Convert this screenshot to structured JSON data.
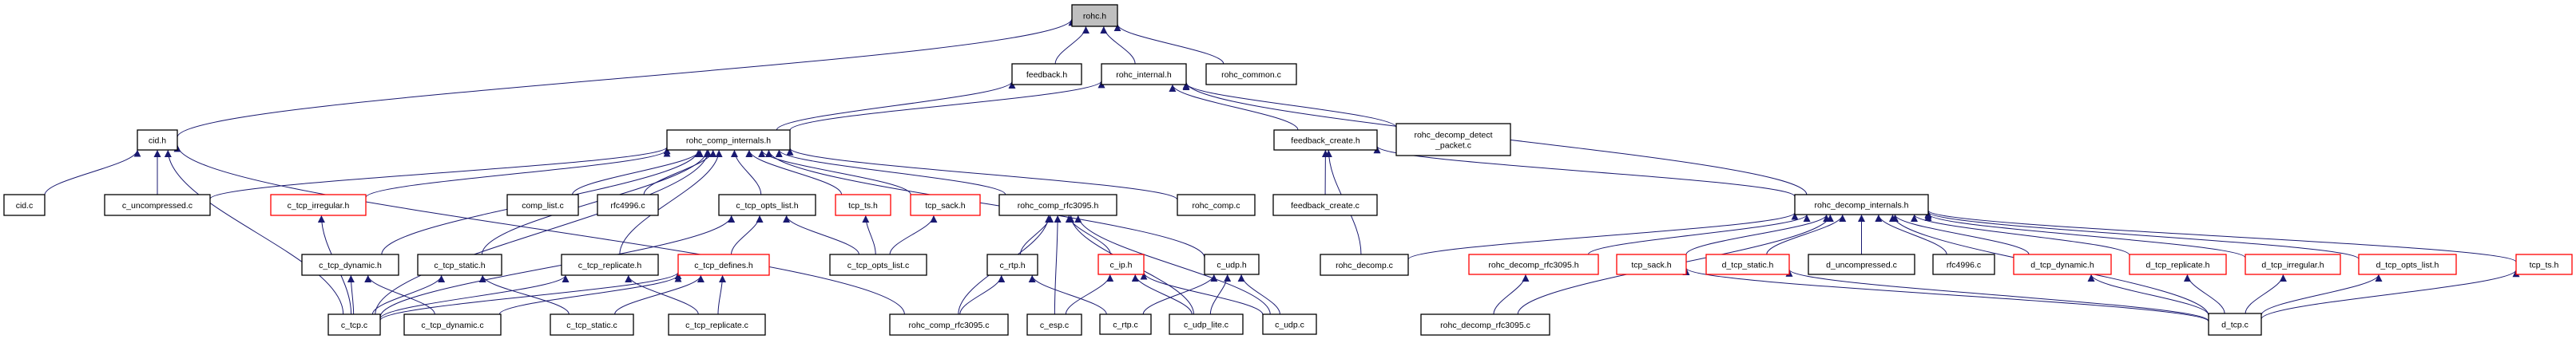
{
  "diagram": {
    "type": "include-dependency-graph",
    "root": "rohc.h",
    "colors": {
      "edge": "#191970",
      "node_border_default": "#000000",
      "node_border_truncated": "#ff0000",
      "node_fill_default": "#ffffff",
      "node_fill_root": "#bfbfbf"
    },
    "nodes": [
      {
        "id": "rohc_h",
        "label": "rohc.h",
        "style": "root"
      },
      {
        "id": "feedback_h",
        "label": "feedback.h",
        "style": "normal"
      },
      {
        "id": "rohc_internal_h",
        "label": "rohc_internal.h",
        "style": "normal"
      },
      {
        "id": "rohc_common_c",
        "label": "rohc_common.c",
        "style": "normal"
      },
      {
        "id": "cid_h",
        "label": "cid.h",
        "style": "normal"
      },
      {
        "id": "rohc_comp_internals_h",
        "label": "rohc_comp_internals.h",
        "style": "normal"
      },
      {
        "id": "feedback_create_h",
        "label": "feedback_create.h",
        "style": "normal"
      },
      {
        "id": "rohc_decomp_detect_packet_c",
        "label": "rohc_decomp_detect\n_packet.c",
        "style": "normal"
      },
      {
        "id": "cid_c",
        "label": "cid.c",
        "style": "normal"
      },
      {
        "id": "c_uncompressed_c",
        "label": "c_uncompressed.c",
        "style": "normal"
      },
      {
        "id": "c_tcp_irregular_h",
        "label": "c_tcp_irregular.h",
        "style": "truncated"
      },
      {
        "id": "comp_list_c",
        "label": "comp_list.c",
        "style": "normal"
      },
      {
        "id": "rfc4996_c_comp",
        "label": "rfc4996.c",
        "style": "normal"
      },
      {
        "id": "c_tcp_opts_list_h",
        "label": "c_tcp_opts_list.h",
        "style": "normal"
      },
      {
        "id": "tcp_ts_h_comp",
        "label": "tcp_ts.h",
        "style": "truncated"
      },
      {
        "id": "tcp_sack_h_comp",
        "label": "tcp_sack.h",
        "style": "truncated"
      },
      {
        "id": "rohc_comp_rfc3095_h",
        "label": "rohc_comp_rfc3095.h",
        "style": "normal"
      },
      {
        "id": "rohc_comp_c",
        "label": "rohc_comp.c",
        "style": "normal"
      },
      {
        "id": "feedback_create_c",
        "label": "feedback_create.c",
        "style": "normal"
      },
      {
        "id": "rohc_decomp_internals_h",
        "label": "rohc_decomp_internals.h",
        "style": "normal"
      },
      {
        "id": "c_tcp_dynamic_h",
        "label": "c_tcp_dynamic.h",
        "style": "normal"
      },
      {
        "id": "c_tcp_static_h",
        "label": "c_tcp_static.h",
        "style": "normal"
      },
      {
        "id": "c_tcp_replicate_h",
        "label": "c_tcp_replicate.h",
        "style": "normal"
      },
      {
        "id": "c_tcp_defines_h",
        "label": "c_tcp_defines.h",
        "style": "truncated"
      },
      {
        "id": "c_tcp_opts_list_c",
        "label": "c_tcp_opts_list.c",
        "style": "normal"
      },
      {
        "id": "c_rtp_h",
        "label": "c_rtp.h",
        "style": "normal"
      },
      {
        "id": "c_ip_h",
        "label": "c_ip.h",
        "style": "truncated"
      },
      {
        "id": "c_udp_h",
        "label": "c_udp.h",
        "style": "normal"
      },
      {
        "id": "rohc_decomp_c",
        "label": "rohc_decomp.c",
        "style": "normal"
      },
      {
        "id": "rohc_decomp_rfc3095_h",
        "label": "rohc_decomp_rfc3095.h",
        "style": "truncated"
      },
      {
        "id": "tcp_sack_h_decomp",
        "label": "tcp_sack.h",
        "style": "truncated"
      },
      {
        "id": "d_tcp_static_h",
        "label": "d_tcp_static.h",
        "style": "truncated"
      },
      {
        "id": "d_uncompressed_c",
        "label": "d_uncompressed.c",
        "style": "normal"
      },
      {
        "id": "rfc4996_c_decomp",
        "label": "rfc4996.c",
        "style": "normal"
      },
      {
        "id": "d_tcp_dynamic_h",
        "label": "d_tcp_dynamic.h",
        "style": "truncated"
      },
      {
        "id": "d_tcp_replicate_h",
        "label": "d_tcp_replicate.h",
        "style": "truncated"
      },
      {
        "id": "d_tcp_irregular_h",
        "label": "d_tcp_irregular.h",
        "style": "truncated"
      },
      {
        "id": "d_tcp_opts_list_h",
        "label": "d_tcp_opts_list.h",
        "style": "truncated"
      },
      {
        "id": "tcp_ts_h_decomp",
        "label": "tcp_ts.h",
        "style": "truncated"
      },
      {
        "id": "c_tcp_c",
        "label": "c_tcp.c",
        "style": "normal"
      },
      {
        "id": "c_tcp_dynamic_c",
        "label": "c_tcp_dynamic.c",
        "style": "normal"
      },
      {
        "id": "c_tcp_static_c",
        "label": "c_tcp_static.c",
        "style": "normal"
      },
      {
        "id": "c_tcp_replicate_c",
        "label": "c_tcp_replicate.c",
        "style": "normal"
      },
      {
        "id": "rohc_comp_rfc3095_c",
        "label": "rohc_comp_rfc3095.c",
        "style": "normal"
      },
      {
        "id": "c_esp_c",
        "label": "c_esp.c",
        "style": "normal"
      },
      {
        "id": "c_rtp_c",
        "label": "c_rtp.c",
        "style": "normal"
      },
      {
        "id": "c_udp_lite_c",
        "label": "c_udp_lite.c",
        "style": "normal"
      },
      {
        "id": "c_udp_c",
        "label": "c_udp.c",
        "style": "normal"
      },
      {
        "id": "rohc_decomp_rfc3095_c",
        "label": "rohc_decomp_rfc3095.c",
        "style": "normal"
      },
      {
        "id": "d_tcp_c",
        "label": "d_tcp.c",
        "style": "normal"
      }
    ],
    "edges": [
      {
        "from": "feedback_h",
        "to": "rohc_h"
      },
      {
        "from": "rohc_internal_h",
        "to": "rohc_h"
      },
      {
        "from": "rohc_common_c",
        "to": "rohc_h"
      },
      {
        "from": "cid_h",
        "to": "rohc_h"
      },
      {
        "from": "rohc_comp_internals_h",
        "to": "feedback_h"
      },
      {
        "from": "rohc_comp_internals_h",
        "to": "rohc_internal_h"
      },
      {
        "from": "feedback_create_h",
        "to": "rohc_internal_h"
      },
      {
        "from": "rohc_decomp_detect_packet_c",
        "to": "rohc_internal_h"
      },
      {
        "from": "rohc_decomp_internals_h",
        "to": "rohc_internal_h"
      },
      {
        "from": "cid_c",
        "to": "cid_h"
      },
      {
        "from": "c_uncompressed_c",
        "to": "cid_h"
      },
      {
        "from": "c_tcp_c",
        "to": "cid_h"
      },
      {
        "from": "rohc_comp_rfc3095_c",
        "to": "cid_h"
      },
      {
        "from": "c_uncompressed_c",
        "to": "rohc_comp_internals_h"
      },
      {
        "from": "c_tcp_irregular_h",
        "to": "rohc_comp_internals_h"
      },
      {
        "from": "comp_list_c",
        "to": "rohc_comp_internals_h"
      },
      {
        "from": "rfc4996_c_comp",
        "to": "rohc_comp_internals_h"
      },
      {
        "from": "c_tcp_opts_list_h",
        "to": "rohc_comp_internals_h"
      },
      {
        "from": "tcp_ts_h_comp",
        "to": "rohc_comp_internals_h"
      },
      {
        "from": "tcp_sack_h_comp",
        "to": "rohc_comp_internals_h"
      },
      {
        "from": "rohc_comp_rfc3095_h",
        "to": "rohc_comp_internals_h"
      },
      {
        "from": "rohc_comp_c",
        "to": "rohc_comp_internals_h"
      },
      {
        "from": "c_tcp_dynamic_h",
        "to": "rohc_comp_internals_h"
      },
      {
        "from": "c_tcp_static_h",
        "to": "rohc_comp_internals_h"
      },
      {
        "from": "c_tcp_replicate_h",
        "to": "rohc_comp_internals_h"
      },
      {
        "from": "c_udp_h",
        "to": "rohc_comp_internals_h"
      },
      {
        "from": "c_tcp_c",
        "to": "rohc_comp_internals_h"
      },
      {
        "from": "feedback_create_c",
        "to": "feedback_create_h"
      },
      {
        "from": "rohc_decomp_c",
        "to": "feedback_create_h"
      },
      {
        "from": "rohc_decomp_internals_h",
        "to": "feedback_create_h"
      },
      {
        "from": "c_tcp_c",
        "to": "c_tcp_irregular_h"
      },
      {
        "from": "c_tcp_defines_h",
        "to": "c_tcp_opts_list_h"
      },
      {
        "from": "c_tcp_opts_list_c",
        "to": "c_tcp_opts_list_h"
      },
      {
        "from": "c_tcp_c",
        "to": "c_tcp_opts_list_h"
      },
      {
        "from": "c_tcp_opts_list_c",
        "to": "tcp_ts_h_comp"
      },
      {
        "from": "c_tcp_opts_list_c",
        "to": "tcp_sack_h_comp"
      },
      {
        "from": "rohc_comp_rfc3095_c",
        "to": "rohc_comp_rfc3095_h"
      },
      {
        "from": "c_rtp_h",
        "to": "rohc_comp_rfc3095_h"
      },
      {
        "from": "c_esp_c",
        "to": "rohc_comp_rfc3095_h"
      },
      {
        "from": "c_ip_h",
        "to": "rohc_comp_rfc3095_h"
      },
      {
        "from": "c_udp_lite_c",
        "to": "rohc_comp_rfc3095_h"
      },
      {
        "from": "c_udp_c",
        "to": "rohc_comp_rfc3095_h"
      },
      {
        "from": "c_tcp_c",
        "to": "c_tcp_dynamic_h"
      },
      {
        "from": "c_tcp_dynamic_c",
        "to": "c_tcp_dynamic_h"
      },
      {
        "from": "c_tcp_c",
        "to": "c_tcp_static_h"
      },
      {
        "from": "c_tcp_static_c",
        "to": "c_tcp_static_h"
      },
      {
        "from": "c_tcp_c",
        "to": "c_tcp_replicate_h"
      },
      {
        "from": "c_tcp_replicate_c",
        "to": "c_tcp_replicate_h"
      },
      {
        "from": "c_tcp_c",
        "to": "c_tcp_defines_h"
      },
      {
        "from": "c_tcp_dynamic_c",
        "to": "c_tcp_defines_h"
      },
      {
        "from": "c_tcp_static_c",
        "to": "c_tcp_defines_h"
      },
      {
        "from": "c_tcp_replicate_c",
        "to": "c_tcp_defines_h"
      },
      {
        "from": "rohc_comp_rfc3095_c",
        "to": "c_rtp_h"
      },
      {
        "from": "c_rtp_c",
        "to": "c_rtp_h"
      },
      {
        "from": "c_esp_c",
        "to": "c_ip_h"
      },
      {
        "from": "c_udp_lite_c",
        "to": "c_ip_h"
      },
      {
        "from": "c_udp_c",
        "to": "c_ip_h"
      },
      {
        "from": "c_rtp_c",
        "to": "c_udp_h"
      },
      {
        "from": "c_udp_lite_c",
        "to": "c_udp_h"
      },
      {
        "from": "c_udp_c",
        "to": "c_udp_h"
      },
      {
        "from": "rohc_decomp_c",
        "to": "rohc_decomp_internals_h"
      },
      {
        "from": "rohc_decomp_rfc3095_h",
        "to": "rohc_decomp_internals_h"
      },
      {
        "from": "rohc_decomp_rfc3095_c",
        "to": "rohc_decomp_internals_h"
      },
      {
        "from": "tcp_sack_h_decomp",
        "to": "rohc_decomp_internals_h"
      },
      {
        "from": "d_tcp_static_h",
        "to": "rohc_decomp_internals_h"
      },
      {
        "from": "d_uncompressed_c",
        "to": "rohc_decomp_internals_h"
      },
      {
        "from": "rfc4996_c_decomp",
        "to": "rohc_decomp_internals_h"
      },
      {
        "from": "d_tcp_dynamic_h",
        "to": "rohc_decomp_internals_h"
      },
      {
        "from": "d_tcp_replicate_h",
        "to": "rohc_decomp_internals_h"
      },
      {
        "from": "d_tcp_irregular_h",
        "to": "rohc_decomp_internals_h"
      },
      {
        "from": "d_tcp_opts_list_h",
        "to": "rohc_decomp_internals_h"
      },
      {
        "from": "tcp_ts_h_decomp",
        "to": "rohc_decomp_internals_h"
      },
      {
        "from": "d_tcp_c",
        "to": "rohc_decomp_internals_h"
      },
      {
        "from": "rohc_decomp_rfc3095_c",
        "to": "rohc_decomp_rfc3095_h"
      },
      {
        "from": "d_tcp_c",
        "to": "tcp_sack_h_decomp"
      },
      {
        "from": "d_tcp_c",
        "to": "d_tcp_static_h"
      },
      {
        "from": "d_tcp_c",
        "to": "d_tcp_dynamic_h"
      },
      {
        "from": "d_tcp_c",
        "to": "d_tcp_replicate_h"
      },
      {
        "from": "d_tcp_c",
        "to": "d_tcp_irregular_h"
      },
      {
        "from": "d_tcp_c",
        "to": "d_tcp_opts_list_h"
      },
      {
        "from": "d_tcp_c",
        "to": "tcp_ts_h_decomp"
      }
    ]
  }
}
